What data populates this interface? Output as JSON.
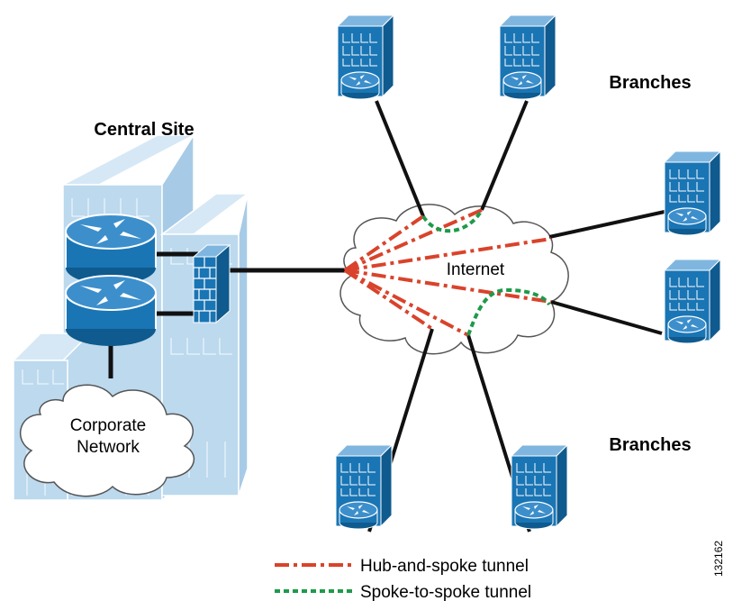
{
  "labels": {
    "central_site": "Central Site",
    "branches_top": "Branches",
    "branches_bottom": "Branches",
    "internet": "Internet",
    "corporate_line1": "Corporate",
    "corporate_line2": "Network",
    "figure_id": "132162"
  },
  "legend": {
    "hub_and_spoke": "Hub-and-spoke tunnel",
    "spoke_to_spoke": "Spoke-to-spoke tunnel"
  },
  "colors": {
    "hub_and_spoke": "#d9432b",
    "spoke_to_spoke": "#1e9a4b",
    "router_blue": "#1a75b4",
    "building_light": "#bcd9ee",
    "link_black": "#111111"
  },
  "icons": {
    "router": "router-icon",
    "firewall": "firewall-icon",
    "branch": "branch-building-icon",
    "cloud": "cloud-icon"
  }
}
